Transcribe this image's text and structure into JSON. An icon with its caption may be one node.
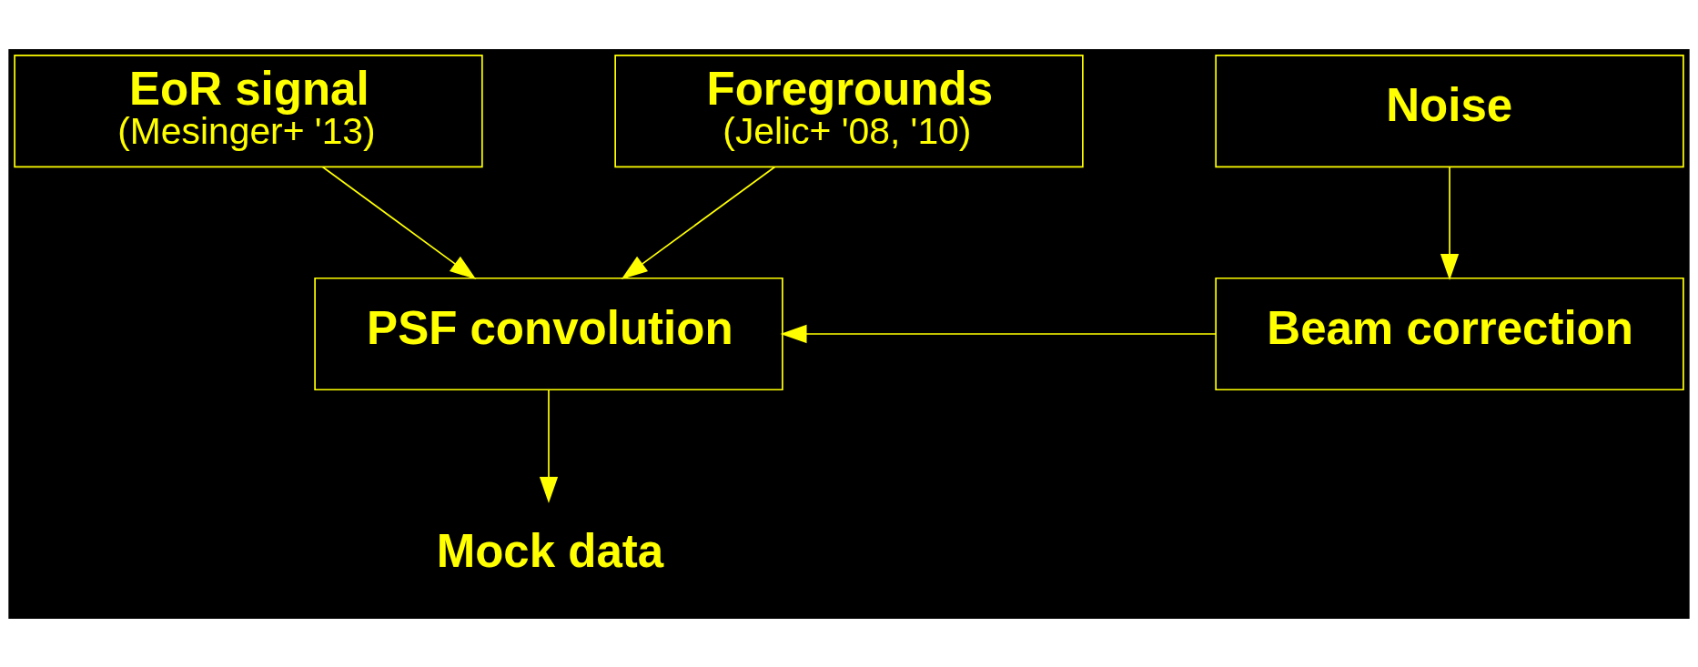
{
  "diagram": {
    "nodes": [
      {
        "text": [
          "EoR signal",
          "(Mesinger+ '13)"
        ]
      },
      {
        "text": [
          "Foregrounds",
          "(Jelic+ '08, '10)"
        ]
      },
      {
        "text": [
          "Noise"
        ]
      },
      {
        "text": [
          "PSF convolution"
        ]
      },
      {
        "text": [
          "Beam correction"
        ]
      },
      {
        "text": [
          "Mock data"
        ]
      }
    ],
    "edges": [
      {
        "from": 0,
        "to": 3,
        "arrow": "to"
      },
      {
        "from": 1,
        "to": 3,
        "arrow": "to"
      },
      {
        "from": 2,
        "to": 4,
        "arrow": "to"
      },
      {
        "from": 4,
        "to": 3,
        "arrow": "to"
      },
      {
        "from": 3,
        "to": 5,
        "arrow": "to"
      }
    ]
  }
}
